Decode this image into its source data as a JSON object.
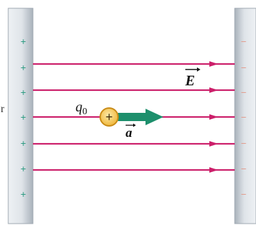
{
  "figure": {
    "charge_label": "q0",
    "charge_label_base": "q",
    "charge_label_sub": "0",
    "field_label": "E",
    "acceleration_label": "a",
    "charge_sign": "+",
    "left_plate_sign": "+",
    "right_plate_sign": "−",
    "left_plate_sign_count": 7,
    "right_plate_sign_count": 7,
    "field_line_count": 5,
    "stray_mark": "r"
  },
  "colors": {
    "field_line": "#cc1f6a",
    "plate_sign_plus": "#2a9a80",
    "plate_sign_minus": "#e39a8a",
    "acceleration_arrow": "#1d8f6c",
    "charge_fill": "#f3c44a",
    "charge_stroke": "#c98b16",
    "plate_light": "#e6eaee",
    "plate_dark": "#a7b0b9",
    "label_text": "#111111"
  }
}
